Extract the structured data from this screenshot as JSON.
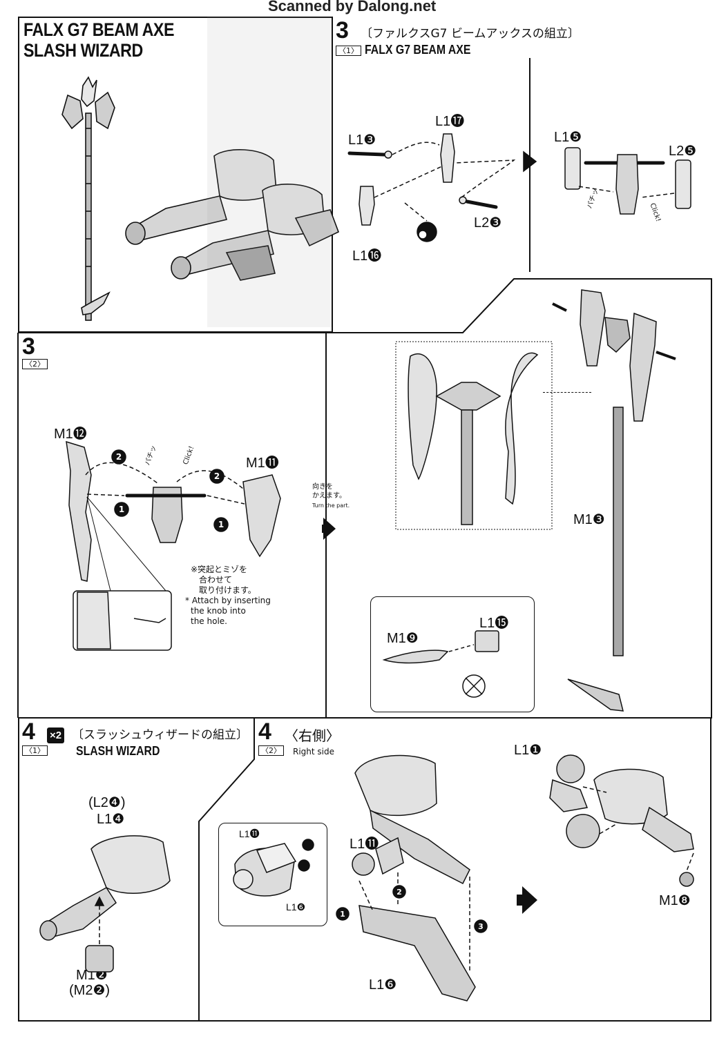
{
  "watermark": "Scanned by Dalong.net",
  "overview": {
    "title_line1": "FALX G7 BEAM AXE",
    "title_line2": "SLASH WIZARD"
  },
  "step3_1": {
    "num": "3",
    "sub": "〈1〉",
    "title_jp": "〔ファルクスG7 ビームアックスの組立〕",
    "title_en": "FALX G7 BEAM AXE",
    "parts": {
      "l1_17": "L1⓱",
      "l1_3": "L1❸",
      "l1_16": "L1⓰",
      "l2_3": "L2❸",
      "l1_5": "L1❺",
      "l2_5": "L2❺"
    }
  },
  "step3_2": {
    "num": "3",
    "sub": "〈2〉",
    "parts": {
      "m1_12": "M1⓬",
      "m1_11": "M1⓫",
      "m1_3": "M1❸",
      "m1_9": "M1❾",
      "l1_15": "L1⓯"
    },
    "note_jp_line1": "※突起とミゾを",
    "note_jp_line2": "合わせて",
    "note_jp_line3": "取り付けます。",
    "note_en_line1": "* Attach by inserting",
    "note_en_line2": "the knob into",
    "note_en_line3": "the hole.",
    "turn_jp_line1": "向きを",
    "turn_jp_line2": "かえます。",
    "turn_en": "Turn the part.",
    "click_jp": "パチッ",
    "click_en": "Click!"
  },
  "step4_1": {
    "num": "4",
    "multiplier": "×2",
    "sub": "〈1〉",
    "title_jp": "〔スラッシュウィザードの組立〕",
    "title_en": "SLASH WIZARD",
    "parts": {
      "l2_4": "(L2❹)",
      "l1_4": "L1❹",
      "m1_2": "M1❷",
      "m2_2": "(M2❷)"
    }
  },
  "step4_2": {
    "num": "4",
    "sub": "〈2〉",
    "title_jp": "〈右側〉",
    "title_en": "Right side",
    "parts": {
      "l1_11a": "L1⓫",
      "l1_6a": "L1❻",
      "l1_11b": "L1⓫",
      "l1_6b": "L1❻",
      "l1_1": "L1❶",
      "m1_8": "M1❽"
    }
  },
  "colors": {
    "ink": "#111111",
    "part_fill": "#e6e6e6",
    "part_dark": "#8c8c8c",
    "paper": "#ffffff"
  }
}
